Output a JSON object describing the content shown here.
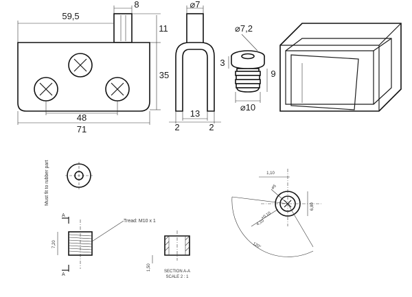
{
  "top": {
    "plate": {
      "width": "59,5",
      "pin_width": "8",
      "pin_height": "11",
      "height": "35",
      "hole_spacing": "48",
      "overall_width": "71"
    },
    "fork": {
      "diameter": "⌀7",
      "inner_width": "13",
      "left_leg": "2",
      "right_leg": "2"
    },
    "bushing": {
      "head_diameter": "⌀7,2",
      "head_height": "3",
      "body_height": "9",
      "body_diameter": "⌀10"
    }
  },
  "bottom": {
    "rubber_note": "Must fit to rubber part",
    "thread_note": "Tread: M10 x 1",
    "section_a_label": "A",
    "section_a_label_bottom": "A",
    "height_720": "7,20",
    "height_150": "1,50",
    "section_title": "SECTION A-A",
    "section_scale": "SCALE 2 : 1",
    "dim_110": "1,10",
    "dim_phi": "⌀5",
    "dim_680": "6,80",
    "dim_tol": "+0,10",
    "dim_410": "4,10",
    "angle": "120°"
  },
  "colors": {
    "line": "#1a1a1a",
    "fill": "#ffffff"
  }
}
